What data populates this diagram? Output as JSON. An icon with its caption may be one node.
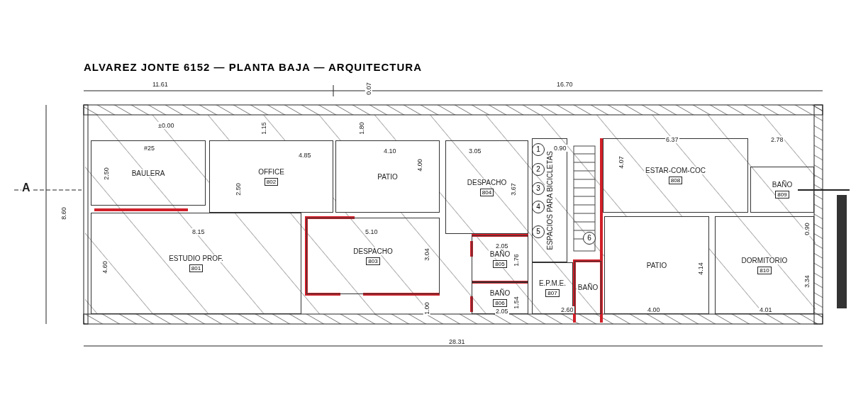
{
  "diagram": {
    "title": "ALVAREZ JONTE 6152 — PLANTA BAJA — ARQUITECTURA",
    "nodes": [
      {
        "text": [
          "BAULERA"
        ]
      },
      {
        "text": [
          "OFFICE",
          "802"
        ]
      },
      {
        "text": [
          "PATIO"
        ]
      },
      {
        "text": [
          "DESPACHO",
          "804"
        ]
      },
      {
        "text": [
          "ESTUDIO PROF.",
          "801"
        ]
      },
      {
        "text": [
          "DESPACHO",
          "803"
        ]
      },
      {
        "text": [
          "BAÑO",
          "805"
        ]
      },
      {
        "text": [
          "BAÑO",
          "806"
        ]
      },
      {
        "text": [
          "ESPACIOS PARA BICICLETAS"
        ]
      },
      {
        "text": [
          "E.P.M.E.",
          "807"
        ]
      },
      {
        "text": [
          "BAÑO"
        ]
      },
      {
        "text": [
          "ESTAR-COM-COC",
          "808"
        ]
      },
      {
        "text": [
          "BAÑO",
          "809"
        ]
      },
      {
        "text": [
          "PATIO"
        ]
      },
      {
        "text": [
          "DORMITORIO",
          "810"
        ]
      }
    ],
    "edges": [],
    "labels": [
      "A",
      "11.61",
      "16.70",
      "0.07",
      "±0.00",
      "1.15",
      "1.80",
      "#25",
      "2.50",
      "4.85",
      "2.50",
      "4.10",
      "4.00",
      "3.05",
      "3.67",
      "8.15",
      "4.60",
      "5.10",
      "3.04",
      "1.00",
      "2.05",
      "1.76",
      "2.05",
      "1.54",
      "0.90",
      "2.60",
      "6.37",
      "4.07",
      "2.78",
      "0.90",
      "4.14",
      "4.00",
      "4.01",
      "3.34",
      "28.31",
      "8.60",
      "1",
      "2",
      "3",
      "4",
      "5",
      "6"
    ]
  }
}
